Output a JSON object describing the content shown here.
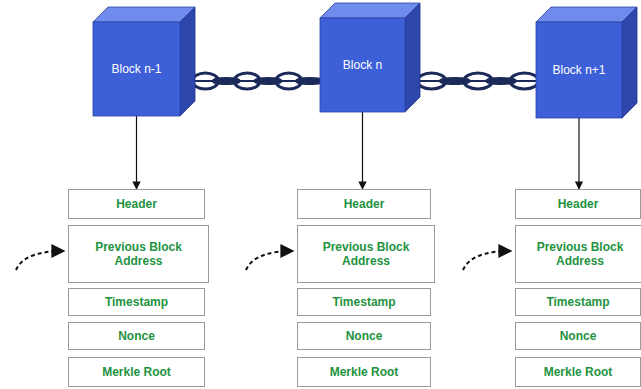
{
  "diagram": {
    "nodes": [
      {
        "text": [
          "Block n-1"
        ]
      },
      {
        "text": [
          "Header"
        ]
      },
      {
        "text": [
          "Previous Block Address"
        ]
      },
      {
        "text": [
          "Timestamp"
        ]
      },
      {
        "text": [
          "Nonce"
        ]
      },
      {
        "text": [
          "Merkle Root"
        ]
      },
      {
        "text": [
          "Block n"
        ]
      },
      {
        "text": [
          "Header"
        ]
      },
      {
        "text": [
          "Previous Block Address"
        ]
      },
      {
        "text": [
          "Timestamp"
        ]
      },
      {
        "text": [
          "Nonce"
        ]
      },
      {
        "text": [
          "Merkle Root"
        ]
      },
      {
        "text": [
          "Block n+1"
        ]
      },
      {
        "text": [
          "Header"
        ]
      },
      {
        "text": [
          "Previous Block Address"
        ]
      },
      {
        "text": [
          "Timestamp"
        ]
      },
      {
        "text": [
          "Nonce"
        ]
      },
      {
        "text": [
          "Merkle Root"
        ]
      }
    ],
    "edges": [
      {
        "from": 0,
        "to": 6,
        "arrow": "none"
      },
      {
        "from": 6,
        "to": 12,
        "arrow": "none"
      },
      {
        "from": 0,
        "to": 1,
        "arrow": "to"
      },
      {
        "from": 6,
        "to": 7,
        "arrow": "to"
      },
      {
        "from": 12,
        "to": 13,
        "arrow": "to"
      }
    ]
  }
}
